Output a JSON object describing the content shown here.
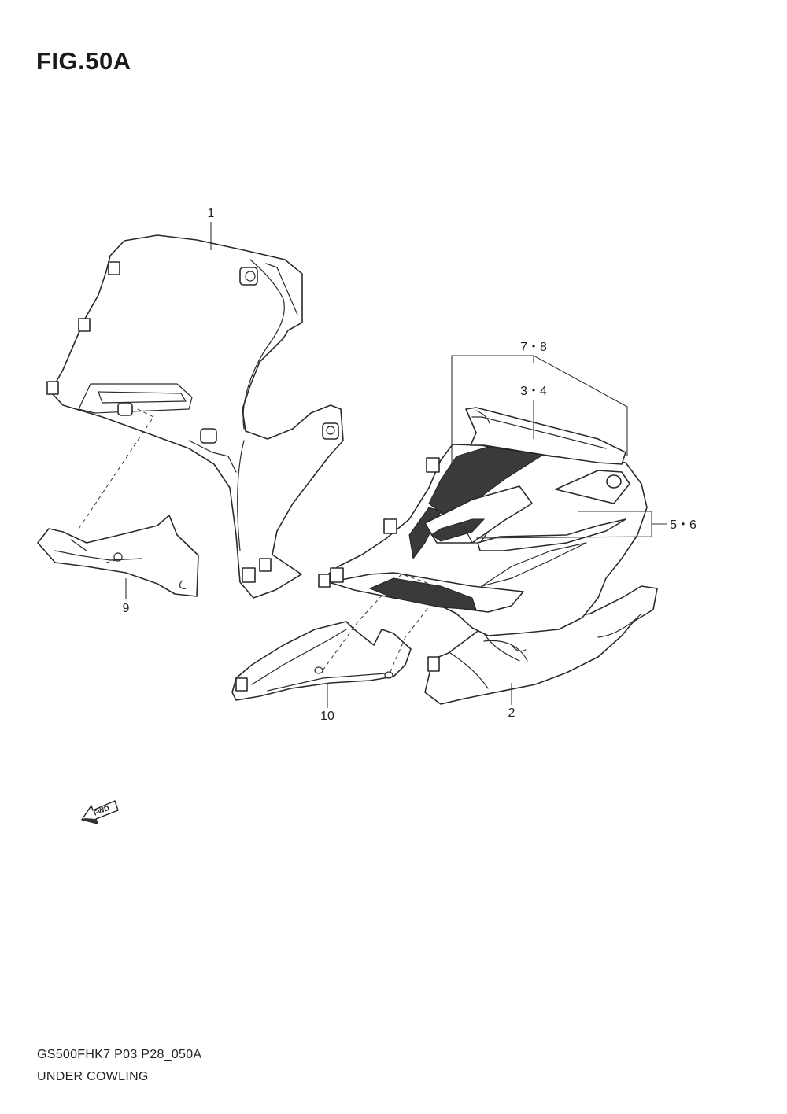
{
  "figure": {
    "title": "FIG.50A"
  },
  "callouts": {
    "c1": "1",
    "c2": "2",
    "c3_4": "3・4",
    "c5_6": "5・6",
    "c7_8": "7・8",
    "c9": "9",
    "c10": "10"
  },
  "fwd_label": "FWD",
  "footer": {
    "code": "GS500FHK7 P03 P28_050A",
    "name": "UNDER COWLING"
  }
}
